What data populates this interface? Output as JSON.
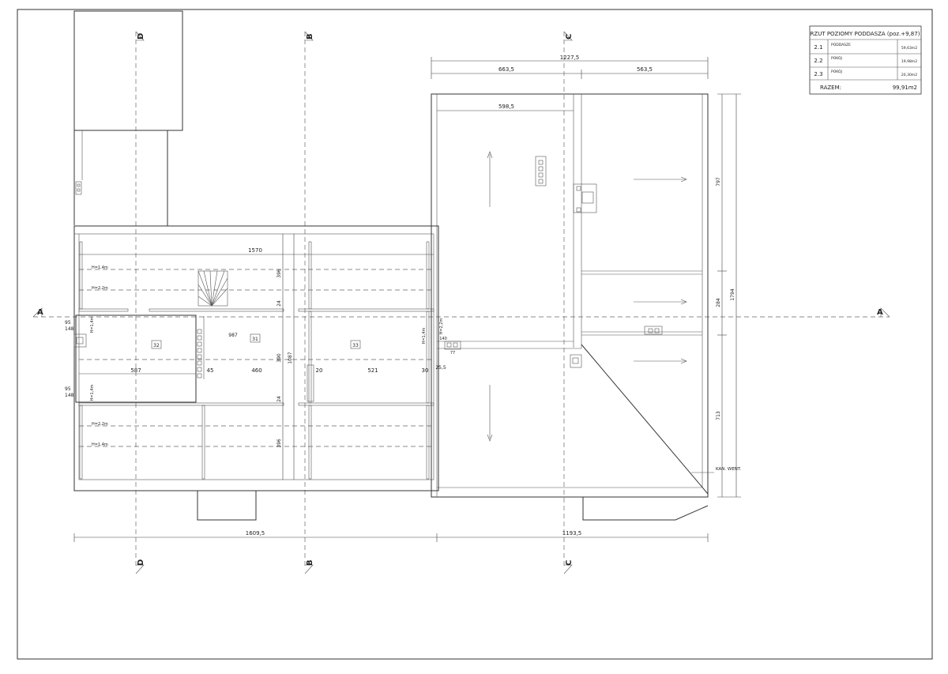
{
  "title_block": {
    "heading": "RZUT POZIOMY PODDASZA (poz.+9,87)",
    "rows": [
      {
        "no": "2.1",
        "name": "PODDASZE",
        "area": "59,63m2"
      },
      {
        "no": "2.2",
        "name": "POKÓJ",
        "area": "19,98m2"
      },
      {
        "no": "2.3",
        "name": "POKÓJ",
        "area": "20,30m2"
      }
    ],
    "total_label": "RAZEM:",
    "total_value": "99,91m2"
  },
  "axes": {
    "d": "D",
    "b": "B",
    "c": "C",
    "a": "A"
  },
  "dimensions": {
    "top_total": "1227,5",
    "top_left": "663,5",
    "top_right": "563,5",
    "annex_width": "598,5",
    "left_wing_width": "1570",
    "bottom_left": "1609,5",
    "bottom_right": "1193,5",
    "r_797": "797",
    "r_284": "284",
    "r_1794": "1794",
    "r_713": "713",
    "d_396a": "396",
    "d_24a": "24",
    "d_390": "390",
    "d_1087": "1087",
    "d_24b": "24",
    "d_396b": "396",
    "d_95a": "95",
    "d_148a": "148",
    "d_95b": "95",
    "d_148b": "148",
    "d_587": "587",
    "d_45": "45",
    "d_460": "460",
    "d_20": "20",
    "d_521": "521",
    "d_30": "30",
    "d_25_5": "25,5",
    "d_140": "140",
    "d_77": "77",
    "d_987": "987"
  },
  "heights": {
    "h14": "H=1,4m",
    "h22": "H=2,2m"
  },
  "rooms": {
    "r32": "32",
    "r31": "31",
    "r33": "33"
  },
  "notes": {
    "kan_went": "KAN. WENT."
  }
}
